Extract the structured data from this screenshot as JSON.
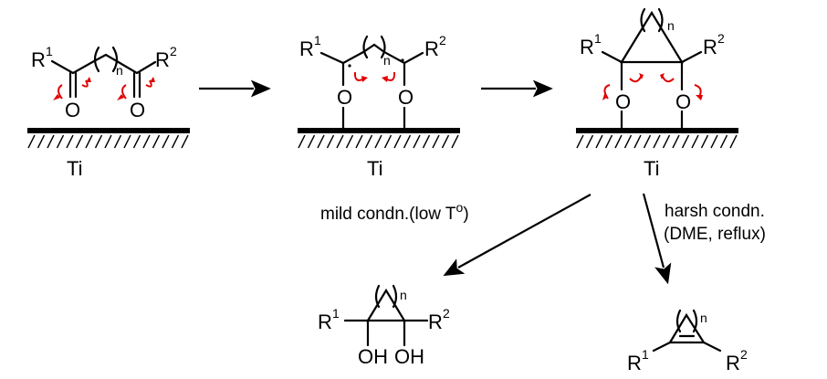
{
  "diagram": {
    "title": "Titanium-surface mediated reductive coupling of diketones",
    "substrate_metal_label": "Ti",
    "stages": [
      {
        "id": "diketone",
        "substituents": [
          "R1",
          "R2"
        ],
        "atoms": [
          "O",
          "O"
        ],
        "ring_index": "n"
      },
      {
        "id": "diradical",
        "substituents": [
          "R1",
          "R2"
        ],
        "atoms": [
          "O",
          "O"
        ],
        "ring_index": "n"
      },
      {
        "id": "pinacolate",
        "substituents": [
          "R1",
          "R2"
        ],
        "atoms": [
          "O",
          "O"
        ],
        "ring_index": "n"
      }
    ],
    "products": [
      {
        "id": "diol",
        "substituents": [
          "R1",
          "R2"
        ],
        "groups": [
          "OH",
          "OH"
        ],
        "ring_index": "n"
      },
      {
        "id": "alkene",
        "substituents": [
          "R1",
          "R2"
        ],
        "ring_index": "n"
      }
    ],
    "labels": {
      "R": "R",
      "sup1": "1",
      "sup2": "2",
      "O": "O",
      "OH": "OH",
      "n": "n",
      "Ti": "Ti",
      "mild": "mild condn.(low T",
      "mild_sup": "o",
      "mild_close": ")",
      "harsh_line1": "harsh condn.",
      "harsh_line2": "(DME, reflux)"
    },
    "colors": {
      "bond": "#000000",
      "electron_arrow": "#e00000"
    }
  }
}
